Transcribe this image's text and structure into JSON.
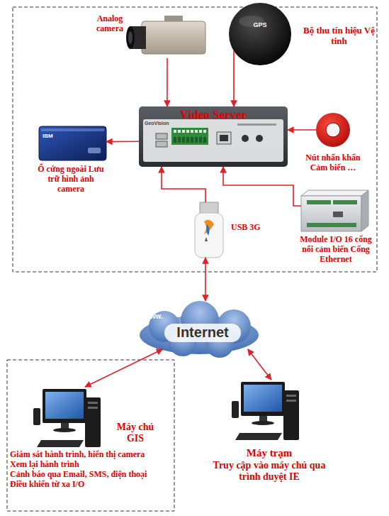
{
  "diagram": {
    "nodes": [
      {
        "text": [
          "Analog camera"
        ]
      },
      {
        "text": [
          "GPS",
          "Bộ thu tín hiệu Vệ tinh"
        ]
      },
      {
        "text": [
          "Video Server",
          "GeoVision"
        ]
      },
      {
        "text": [
          "IBM",
          "Ổ cứng ngoài Lưu trữ hình ảnh camera"
        ]
      },
      {
        "text": [
          "Nút nhấn khẩn Cảm biến …"
        ]
      },
      {
        "text": [
          "USB 3G"
        ]
      },
      {
        "text": [
          "Module I/O 16 cổng nối cảm biến Cổng Ethernet"
        ]
      },
      {
        "text": [
          "www.",
          "Internet"
        ]
      },
      {
        "text": [
          "Máy chủ GIS",
          "Giám sát hành trình, hiển thị camera",
          "Xem lại hành trình",
          "Cảnh báo qua Email, SMS, điện thoại",
          "Điều khiển từ xa I/O"
        ]
      },
      {
        "text": [
          "Máy trạm",
          "Truy cập vào máy chủ qua trình duyệt IE"
        ]
      }
    ],
    "edges": [
      {
        "from": 0,
        "to": 2,
        "arrow": "to"
      },
      {
        "from": 1,
        "to": 2,
        "arrow": "to"
      },
      {
        "from": 2,
        "to": 3,
        "arrow": "to"
      },
      {
        "from": 4,
        "to": 2,
        "arrow": "to"
      },
      {
        "from": 5,
        "to": 2,
        "arrow": "to"
      },
      {
        "from": 6,
        "to": 2,
        "arrow": "to"
      },
      {
        "from": 5,
        "to": 7,
        "arrow": "both"
      },
      {
        "from": 7,
        "to": 8,
        "arrow": "both"
      },
      {
        "from": 7,
        "to": 9,
        "arrow": "both"
      }
    ]
  }
}
